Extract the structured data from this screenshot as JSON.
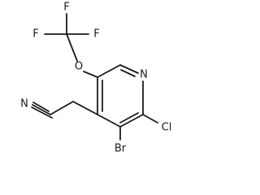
{
  "molecule": {
    "atoms": {
      "f_top": "F",
      "f_left": "F",
      "f_right": "F",
      "o": "O",
      "n_ring": "N",
      "cl": "Cl",
      "br": "Br",
      "n_nitrile": "N"
    }
  }
}
